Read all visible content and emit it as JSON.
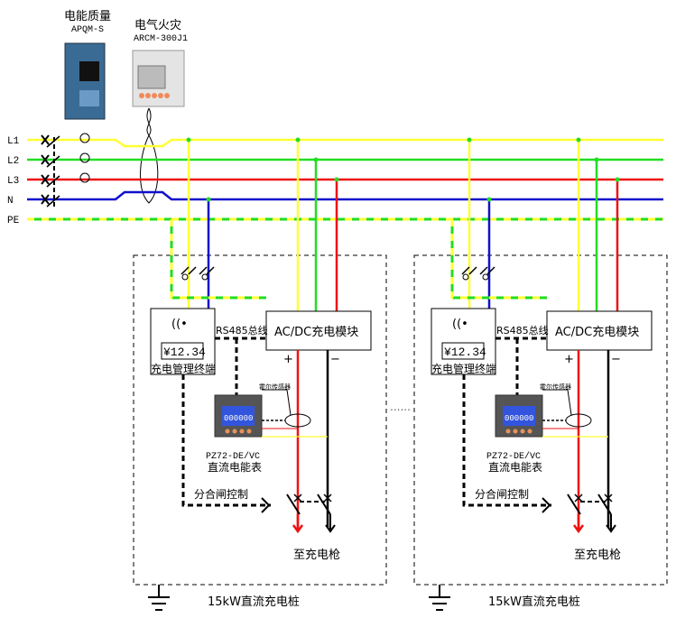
{
  "devices": {
    "power_quality": {
      "name": "电能质量",
      "model": "APQM-S"
    },
    "arc_fire": {
      "name": "电气火灾",
      "model": "ARCM-300J1"
    }
  },
  "bus": [
    {
      "label": "L1",
      "color": "#ffff33"
    },
    {
      "label": "L2",
      "color": "#22dd22"
    },
    {
      "label": "L3",
      "color": "#ee1111"
    },
    {
      "label": "N",
      "color": "#1111cc"
    },
    {
      "label": "PE",
      "color": "#ffff33"
    }
  ],
  "pile": {
    "terminal_display": "¥12.34",
    "terminal_label": "充电管理终端",
    "rs485_label": "RS485总线",
    "module_label": "AC/DC充电模块",
    "plus": "+",
    "minus": "−",
    "sensor_label": "霍尔传感器",
    "meter_model": "PZ72-DE/VC",
    "meter_name": "直流电能表",
    "control_label": "分合闸控制",
    "output_label": "至充电枪",
    "meter_digits": "000000"
  },
  "piles": [
    {
      "title": "15kW直流充电桩"
    },
    {
      "title": "15kW直流充电桩"
    }
  ],
  "ellipsis": "......"
}
